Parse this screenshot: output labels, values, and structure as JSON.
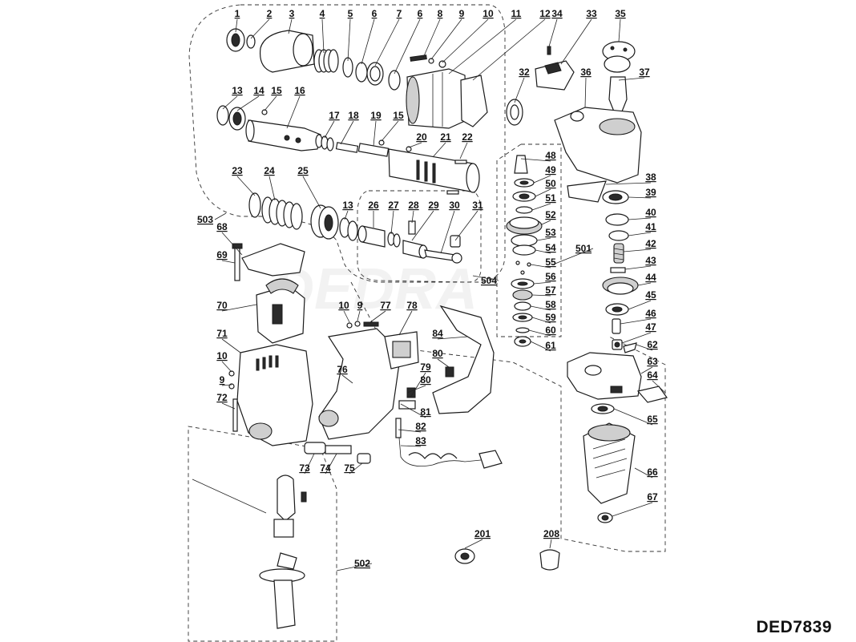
{
  "model_code": "DED7839",
  "watermark": "DEDRA",
  "part_labels": [
    "1",
    "2",
    "3",
    "4",
    "5",
    "6",
    "7",
    "6",
    "8",
    "9",
    "10",
    "11",
    "12",
    "13",
    "14",
    "15",
    "16",
    "17",
    "18",
    "19",
    "15",
    "20",
    "21",
    "22",
    "23",
    "24",
    "25",
    "13",
    "26",
    "27",
    "28",
    "29",
    "30",
    "31",
    "32",
    "33",
    "34",
    "35",
    "36",
    "37",
    "38",
    "39",
    "40",
    "41",
    "42",
    "43",
    "44",
    "45",
    "46",
    "47",
    "48",
    "49",
    "50",
    "51",
    "52",
    "53",
    "54",
    "55",
    "56",
    "57",
    "58",
    "59",
    "60",
    "61",
    "62",
    "63",
    "64",
    "65",
    "66",
    "67",
    "68",
    "69",
    "70",
    "10",
    "9",
    "77",
    "78",
    "71",
    "10",
    "9",
    "72",
    "76",
    "84",
    "80",
    "79",
    "80",
    "81",
    "82",
    "83",
    "73",
    "74",
    "75",
    "201",
    "208"
  ],
  "group_labels": [
    "503",
    "504",
    "501",
    "502"
  ]
}
